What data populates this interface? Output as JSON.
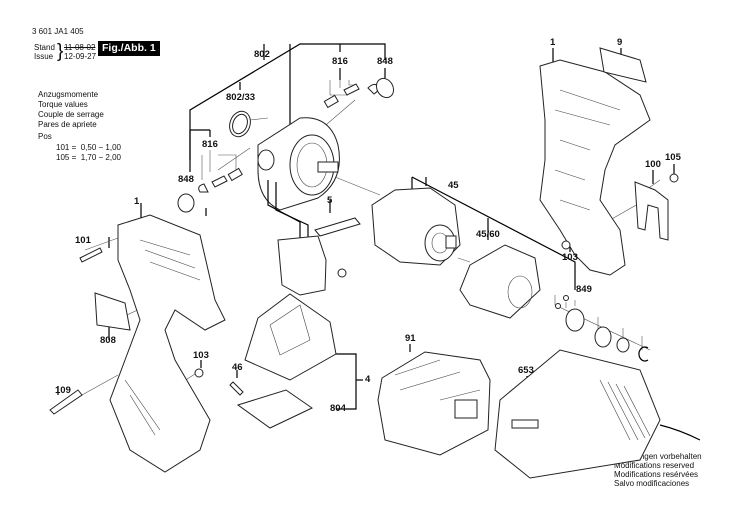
{
  "header": {
    "part_number": "3 601 JA1 405",
    "stand_label": "Stand",
    "issue_label": "Issue",
    "stand_date": "11-08-02",
    "issue_date": "12-09-27",
    "figure_label": "Fig./Abb. 1"
  },
  "torque": {
    "lines": [
      "Anzugsmomente",
      "Torque values",
      "Couple de serrage",
      "Pares de apriete"
    ],
    "pos_label": "Pos",
    "values": [
      {
        "pos": "101",
        "range": "0,50 − 1,00"
      },
      {
        "pos": "105",
        "range": "1,70 − 2,00"
      }
    ]
  },
  "footer": {
    "lines": [
      "Änderungen vorbehalten",
      "Modifications reserved",
      "Modifications resérvées",
      "Salvo modificaciones"
    ]
  },
  "parts": {
    "p802": "802",
    "p802_33": "802/33",
    "p816_top": "816",
    "p848_top": "848",
    "p816_left": "816",
    "p848_left": "848",
    "p1_right": "1",
    "p9": "9",
    "p100": "100",
    "p105": "105",
    "p103_right": "103",
    "p45": "45",
    "p45_60": "45/60",
    "p849": "849",
    "p5": "5",
    "p1_left": "1",
    "p101": "101",
    "p808": "808",
    "p103_left": "103",
    "p109": "109",
    "p46": "46",
    "p4": "4",
    "p804": "804",
    "p91": "91",
    "p653": "653"
  }
}
